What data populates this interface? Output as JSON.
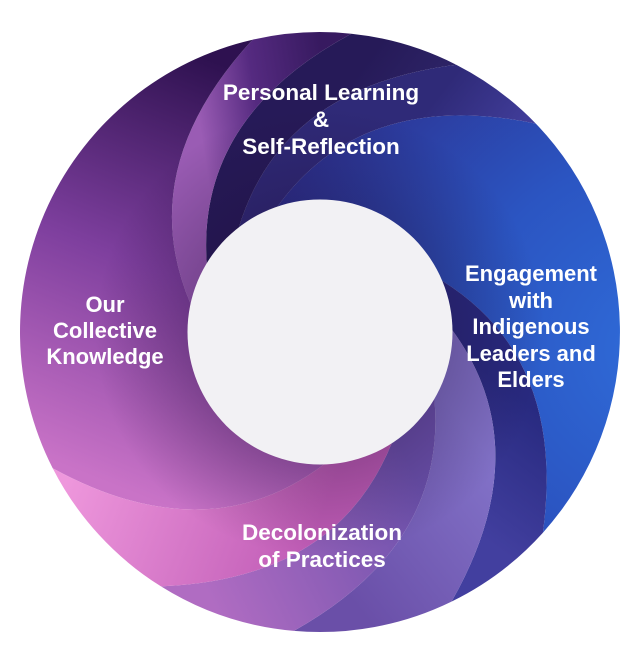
{
  "diagram": {
    "type": "circular-cycle-swirl",
    "segments": [
      {
        "id": "personal-learning-self-reflection",
        "position": "top",
        "lines": [
          "Personal Learning",
          "&",
          "Self-Reflection"
        ]
      },
      {
        "id": "engagement-with-indigenous-leaders-and-elders",
        "position": "right",
        "lines": [
          "Engagement",
          "with",
          "Indigenous",
          "Leaders and",
          "Elders"
        ]
      },
      {
        "id": "decolonization-of-practices",
        "position": "bottom",
        "lines": [
          "Decolonization",
          "of Practices"
        ]
      },
      {
        "id": "our-collective-knowledge",
        "position": "left",
        "lines": [
          "Our",
          "Collective",
          "Knowledge"
        ]
      }
    ],
    "palette": {
      "petal_a": [
        "#2E1150",
        "#7E3F9E",
        "#C973C7"
      ],
      "petal_b": [
        "#9A5CB4",
        "#552A80",
        "#371A60"
      ],
      "petal_c": [
        "#261A58",
        "#332C74"
      ],
      "petal_d": [
        "#2F2A78",
        "#4B48AE"
      ],
      "petal_e": [
        "#2F6CD9",
        "#2B55C2",
        "#2C2C88"
      ],
      "petal_f": [
        "#282A80",
        "#423F9F"
      ],
      "petal_g": [
        "#6A4FA8",
        "#8272C8"
      ],
      "petal_h": [
        "#B06CC2",
        "#6B51AC"
      ],
      "petal_i": [
        "#EE97DC",
        "#C05CB6"
      ],
      "hole": "#F2F1F4",
      "text": "#FFFFFF",
      "background": "#FFFFFF"
    }
  }
}
